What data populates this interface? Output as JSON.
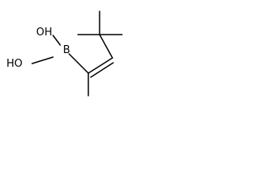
{
  "molecule": {
    "atoms": {
      "boron": "B",
      "hydroxyl_top": "OH",
      "hydroxyl_bottom": "HO"
    }
  }
}
